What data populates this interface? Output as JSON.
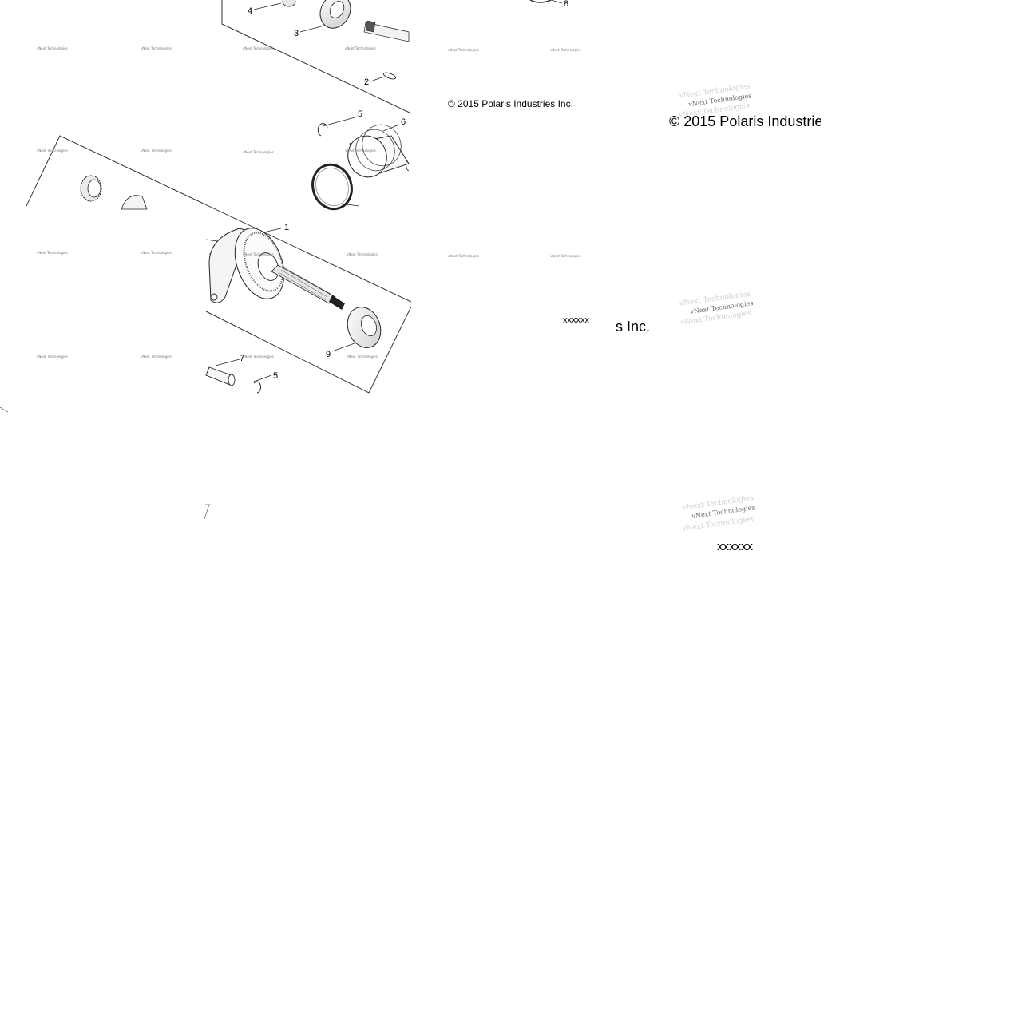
{
  "callouts": [
    "1",
    "2",
    "3",
    "4",
    "5",
    "5",
    "6",
    "7",
    "8",
    "9"
  ],
  "copyright_small": "© 2015 Polaris Industries Inc.",
  "copyright_large_clipped": "© 2015 Polaris Industrie",
  "copyright_fragment": "s Inc.",
  "placeholder_small": "xxxxxx",
  "placeholder_large": "xxxxxx",
  "watermark": "vNext Technologies"
}
